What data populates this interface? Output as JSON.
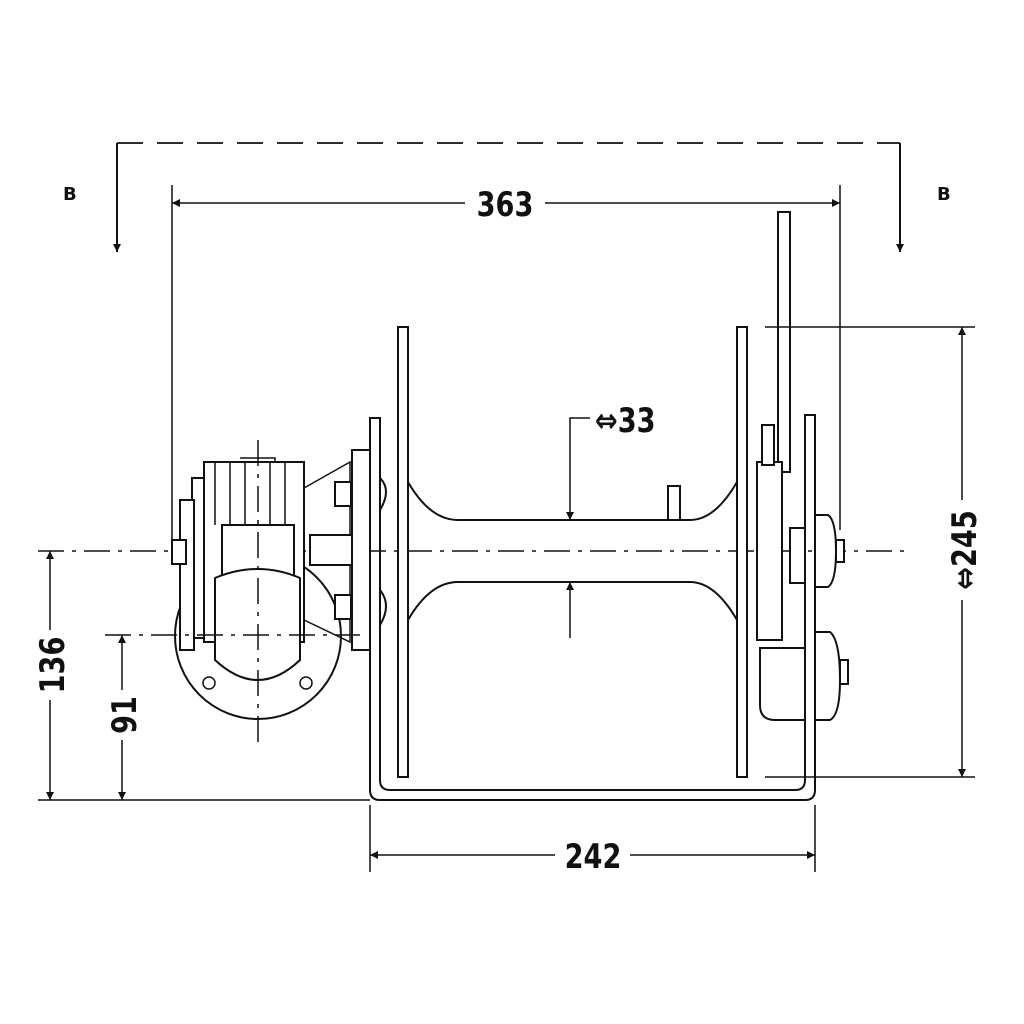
{
  "section_markers": [
    "B",
    "B"
  ],
  "dimensions": {
    "overall_width": "363",
    "drum_diameter": "⇔33",
    "flange_height": "⇔245",
    "axis_height": "136",
    "motor_axis_height": "91",
    "base_width": "242"
  }
}
